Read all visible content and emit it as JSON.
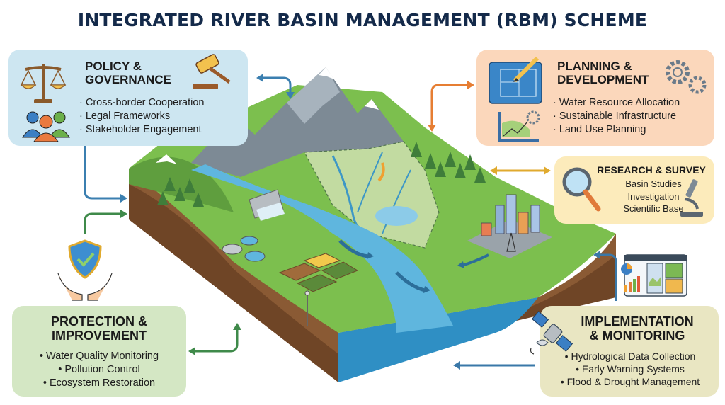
{
  "title": "INTEGRATED RIVER BASIN MANAGEMENT (RBM) SCHEME",
  "panels": {
    "policy": {
      "title_line1": "POLICY &",
      "title_line2": "GOVERNANCE",
      "items": [
        "· Cross-border Cooperation",
        "· Legal Frameworks",
        "· Stakeholder Engagement"
      ],
      "icons": [
        "scales-of-justice-icon",
        "gavel-icon",
        "stakeholders-group-icon"
      ],
      "color": "#cde6f1"
    },
    "planning": {
      "title_line1": "PLANNING &",
      "title_line2": "DEVELOPMENT",
      "items": [
        "· Water Resource Allocation",
        "· Sustainable Infrastructure",
        "· Land Use Planning"
      ],
      "icons": [
        "blueprint-pencil-icon",
        "gears-icon",
        "chart-ruler-gear-icon"
      ],
      "color": "#fbd7bb"
    },
    "research": {
      "title": "RESEARCH & SURVEY",
      "items": [
        "Basin Studies",
        "Investigation",
        "Scientific Base"
      ],
      "icons": [
        "magnifying-glass-icon",
        "microscope-icon"
      ],
      "color": "#fcebbb"
    },
    "protection": {
      "title_line1": "PROTECTION &",
      "title_line2": "IMPROVEMENT",
      "items": [
        "• Water Quality Monitoring",
        "• Pollution Control",
        "• Ecosystem Restoration"
      ],
      "icons": [
        "shield-hands-icon"
      ],
      "color": "#d4e7c4"
    },
    "implementation": {
      "title_line1": "IMPLEMENTATION",
      "title_line2": "& MONITORING",
      "items": [
        "• Hydrological Data Collection",
        "• Early Warning Systems",
        "• Flood & Drought Management"
      ],
      "icons": [
        "satellite-icon",
        "dashboard-icon"
      ],
      "color": "#e9e6c2"
    }
  },
  "arrow_colors": {
    "policy": "#3b7fb0",
    "planning": "#e67e33",
    "research": "#e0aa2e",
    "protection": "#3f8a4a",
    "implementation": "#3a78a8"
  }
}
